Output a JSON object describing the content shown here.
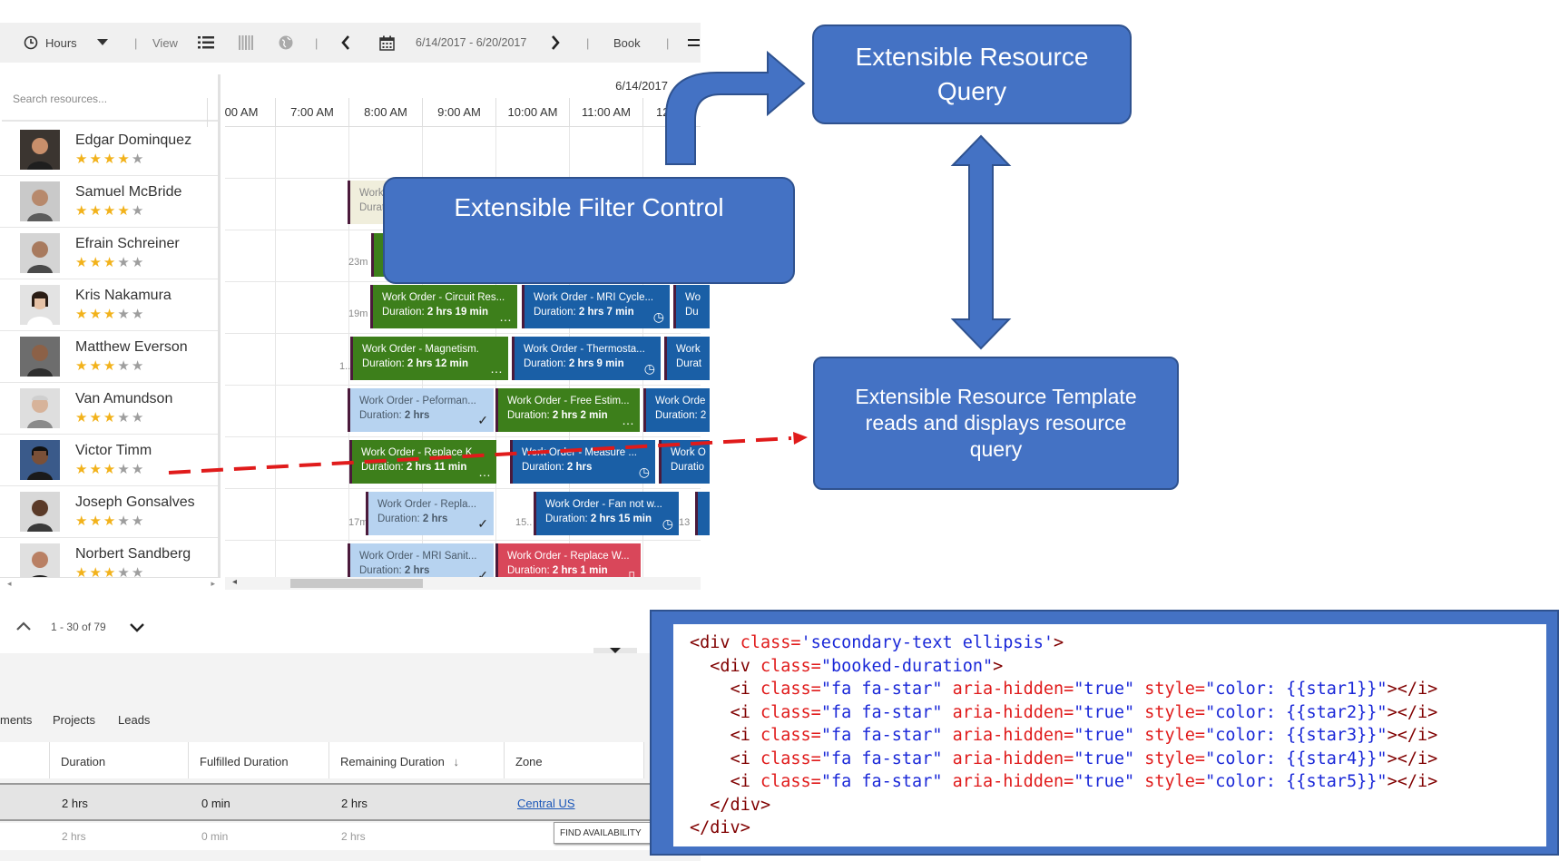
{
  "toolbar": {
    "hours_label": "Hours",
    "view_label": "View",
    "date_range": "6/14/2017 - 6/20/2017",
    "book_label": "Book"
  },
  "search": {
    "placeholder": "Search resources..."
  },
  "resources": [
    {
      "name": "Edgar Dominquez",
      "stars": 4
    },
    {
      "name": "Samuel McBride",
      "stars": 4
    },
    {
      "name": "Efrain Schreiner",
      "stars": 3
    },
    {
      "name": "Kris Nakamura",
      "stars": 3
    },
    {
      "name": "Matthew Everson",
      "stars": 3
    },
    {
      "name": "Van Amundson",
      "stars": 3
    },
    {
      "name": "Victor Timm",
      "stars": 3
    },
    {
      "name": "Joseph Gonsalves",
      "stars": 3
    },
    {
      "name": "Norbert Sandberg",
      "stars": 3
    }
  ],
  "grid": {
    "date": "6/14/2017",
    "hours": [
      "00 AM",
      "7:00 AM",
      "8:00 AM",
      "9:00 AM",
      "10:00 AM",
      "11:00 AM",
      "12"
    ],
    "bookings": {
      "b1": {
        "t1": "Work",
        "t2": "Durat"
      },
      "b2": {
        "t1": "Work Order - Circuit Res...",
        "dlabel": "Duration:",
        "dval": "2 hrs 19 min"
      },
      "b3": {
        "t1": "Work Order - MRI Cycle...",
        "dlabel": "Duration:",
        "dval": "2 hrs 7 min"
      },
      "b4": {
        "t1": "Wo",
        "t2": "Du"
      },
      "b5": {
        "t1": "Work Order - Magnetism.",
        "dlabel": "Duration:",
        "dval": "2 hrs 12 min"
      },
      "b6": {
        "t1": "Work Order - Thermosta...",
        "dlabel": "Duration:",
        "dval": "2 hrs 9 min"
      },
      "b7": {
        "t1": "Work",
        "t2": "Durat"
      },
      "b8": {
        "t1": "Work Order - Peforman...",
        "dlabel": "Duration:",
        "dval": "2 hrs"
      },
      "b9": {
        "t1": "Work Order - Free Estim...",
        "dlabel": "Duration:",
        "dval": "2 hrs 2 min"
      },
      "b10": {
        "t1": "Work Orde",
        "t2": "Duration: 2"
      },
      "b11": {
        "t1": "Work Order - Replace K...",
        "dlabel": "Duration:",
        "dval": "2 hrs 11 min"
      },
      "b12": {
        "t1": "Work Order - Measure ...",
        "dlabel": "Duration:",
        "dval": "2 hrs"
      },
      "b13": {
        "t1": "Work O",
        "t2": "Duratio"
      },
      "b14": {
        "t1": "Work Order - Repla...",
        "dlabel": "Duration:",
        "dval": "2 hrs"
      },
      "b15": {
        "t1": "Work Order - Fan not w...",
        "dlabel": "Duration:",
        "dval": "2 hrs 15 min"
      },
      "b16": {
        "t1": "Work Order - MRI Sanit...",
        "dlabel": "Duration:",
        "dval": "2 hrs"
      },
      "b17": {
        "t1": "Work Order - Replace W...",
        "dlabel": "Duration:",
        "dval": "2 hrs 1 min"
      }
    },
    "fragments": {
      "f1": "23m",
      "f2": "19m",
      "f3": "1..",
      "f4": "17m",
      "f5": "15..",
      "f6": "13"
    }
  },
  "pager": {
    "range": "1 - 30 of 79"
  },
  "lower": {
    "tabs": [
      "ments",
      "Projects",
      "Leads"
    ],
    "columns": [
      "Duration",
      "Fulfilled Duration",
      "Remaining Duration",
      "Zone"
    ],
    "sort_arrow": "↓",
    "row1": {
      "duration": "2 hrs",
      "fulfilled": "0 min",
      "remaining": "2 hrs",
      "zone": "Central US"
    },
    "row2": {
      "duration": "2 hrs",
      "fulfilled": "0 min",
      "remaining": "2 hrs"
    },
    "find_availability": "FIND AVAILABILITY"
  },
  "diagram": {
    "query_line1": "Extensible Resource",
    "query_line2": "Query",
    "filter": "Extensible Filter Control",
    "template_line1": "Extensible Resource Template",
    "template_line2": "reads and displays resource",
    "template_line3": "query"
  },
  "code": {
    "l1_open": "<div ",
    "l1_attr": "class=",
    "l1_val": "'secondary-text ellipsis'",
    "l1_close": ">",
    "l2_open": "<div ",
    "l2_attr": "class=",
    "l2_val": "\"booked-duration\"",
    "l2_close": ">",
    "i_open": "<i ",
    "i_class": "class=",
    "i_class_val": "\"fa fa-star\"",
    "i_aria": "aria-hidden=",
    "i_aria_val": "\"true\"",
    "i_style": "style=",
    "i_style_val": "\"color: ",
    "stars": [
      "{{star1}}",
      "{{star2}}",
      "{{star3}}",
      "{{star4}}",
      "{{star5}}"
    ],
    "i_style_end": "\"",
    "i_close": "></i>",
    "end_div": "</div>"
  },
  "colors": {
    "box_fill": "#4472c4",
    "box_border": "#2f528f",
    "star_on": "#f2b21b",
    "star_off": "#9e9e9e",
    "dash_red": "#e01b1b",
    "wo_green": "#3d7f1b",
    "wo_blue": "#1a5fa6",
    "wo_light": "#b7d3f0",
    "wo_red": "#d9475a"
  }
}
